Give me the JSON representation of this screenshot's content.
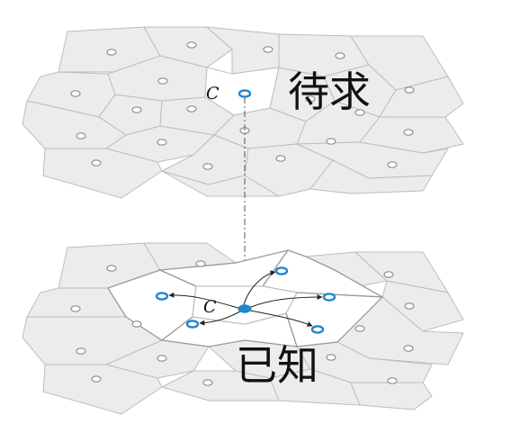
{
  "labels": {
    "top_cell": "C",
    "bottom_cell": "C",
    "top_layer_title": "待求",
    "bottom_layer_title": "已知"
  },
  "colors": {
    "cell_fill": "#ececec",
    "cell_stroke": "#bdbdbd",
    "highlight": "#1f86d1"
  }
}
